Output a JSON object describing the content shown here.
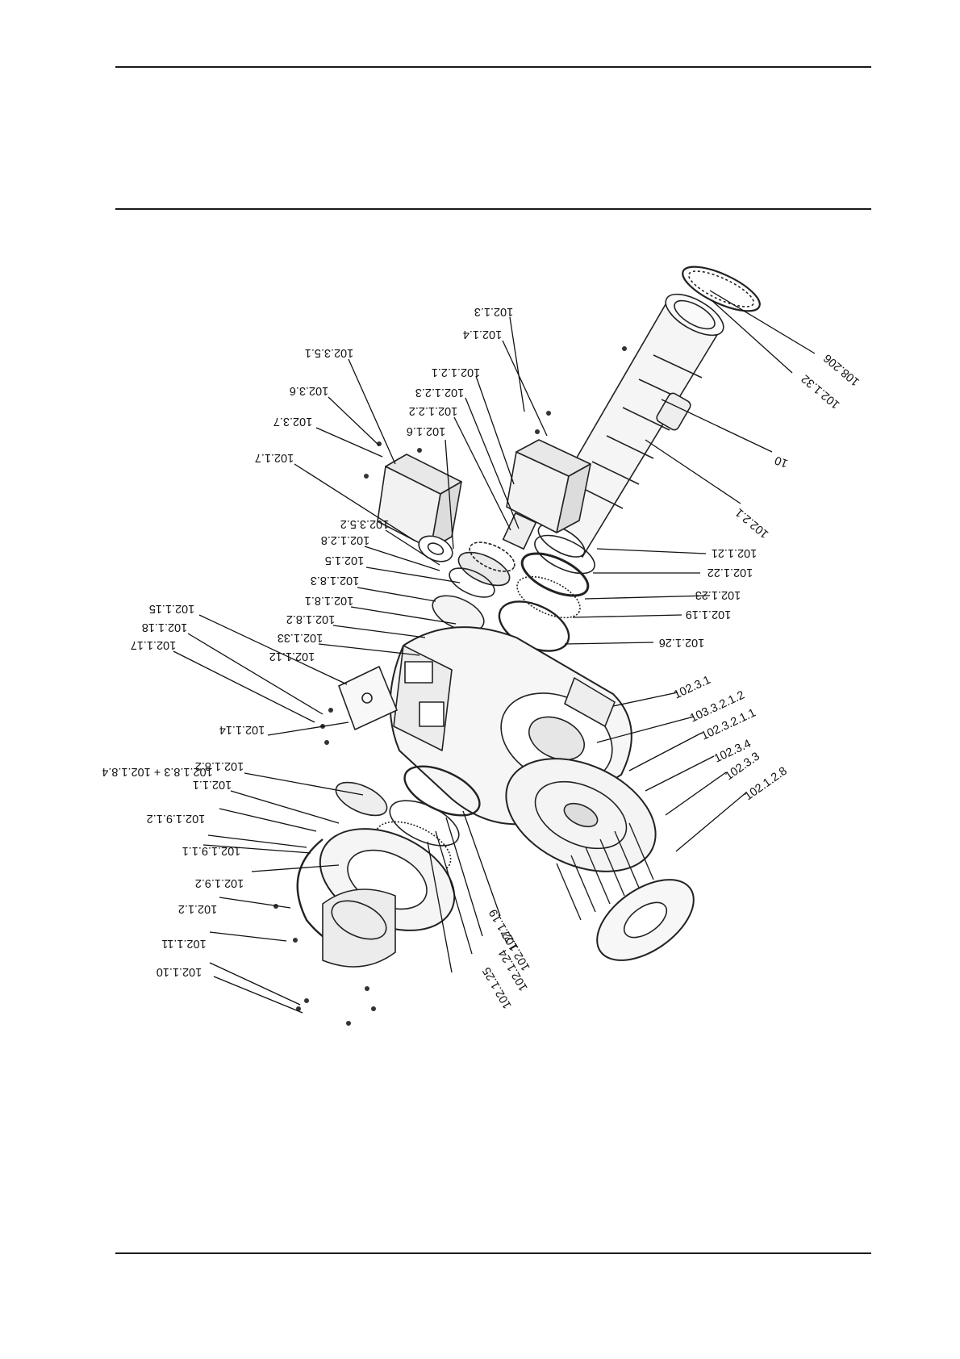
{
  "labels": {
    "l_102_1_3": "102.1.3",
    "l_102_1_4": "102.1.4",
    "l_102_3_5_1": "102.3.5.1",
    "l_102_1_2_1": "102.1.2.1",
    "l_102_3_6": "102.3.6",
    "l_102_1_2_3": "102.1.2.3",
    "l_102_1_2_2": "102.1.2.2",
    "l_102_3_7": "102.3.7",
    "l_102_1_6": "102.1.6",
    "l_102_1_7": "102.1.7",
    "l_102_3_5_2": "102.3.5.2",
    "l_102_1_2_8_top": "102.1.2.8",
    "l_102_1_5_top": "102.1.5",
    "l_102_1_8_3": "102.1.8.3",
    "l_102_1_8_1": "102.1.8.1",
    "l_102_1_8_2_top": "102.1.8.2",
    "l_102_1_33": "102.1.33",
    "l_102_1_12": "102.1.12",
    "l_102_1_15": "102.1.15",
    "l_102_1_18": "102.1.18",
    "l_102_1_17": "102.1.17",
    "l_102_1_14": "102.1.14",
    "l_102_1_8_2": "102.1.8.2",
    "l_102_1_1": "102.1.1",
    "l_102_1_8_3_plus": "102.1.8.3 + 102.1.8.4",
    "l_102_1_9_1_2": "102.1.9.1.2",
    "l_102_1_9_1_1": "102.1.9.1.1",
    "l_102_1_9_2": "102.1.9.2",
    "l_102_1_2": "102.1.2",
    "l_102_1_11": "102.1.11",
    "l_102_1_10": "102.1.10",
    "l_108_206": "108.206",
    "l_102_1_32": "102.1.32",
    "l_10": "10",
    "l_102_2_1": "102.2.1",
    "l_102_1_21": "102.1.21",
    "l_102_1_22": "102.1.22",
    "l_102_1_23": "102.1.23",
    "l_102_1_19": "102.1.19",
    "l_102_1_26": "102.1.26",
    "l_102_3_1": "102.3.1",
    "l_103_3_2_1_2": "103.3.2.1.2",
    "l_102_3_2_1_1": "102.3.2.1.1",
    "l_102_3_4": "102.3.4",
    "l_102_3_3": "102.3.3",
    "l_102_1_2_8": "102.1.2.8",
    "l_102_1_19b": "102.1.19",
    "l_102_1_27": "102.1.27",
    "l_102_1_24": "102.1.24",
    "l_102_1_25": "102.1.25"
  }
}
